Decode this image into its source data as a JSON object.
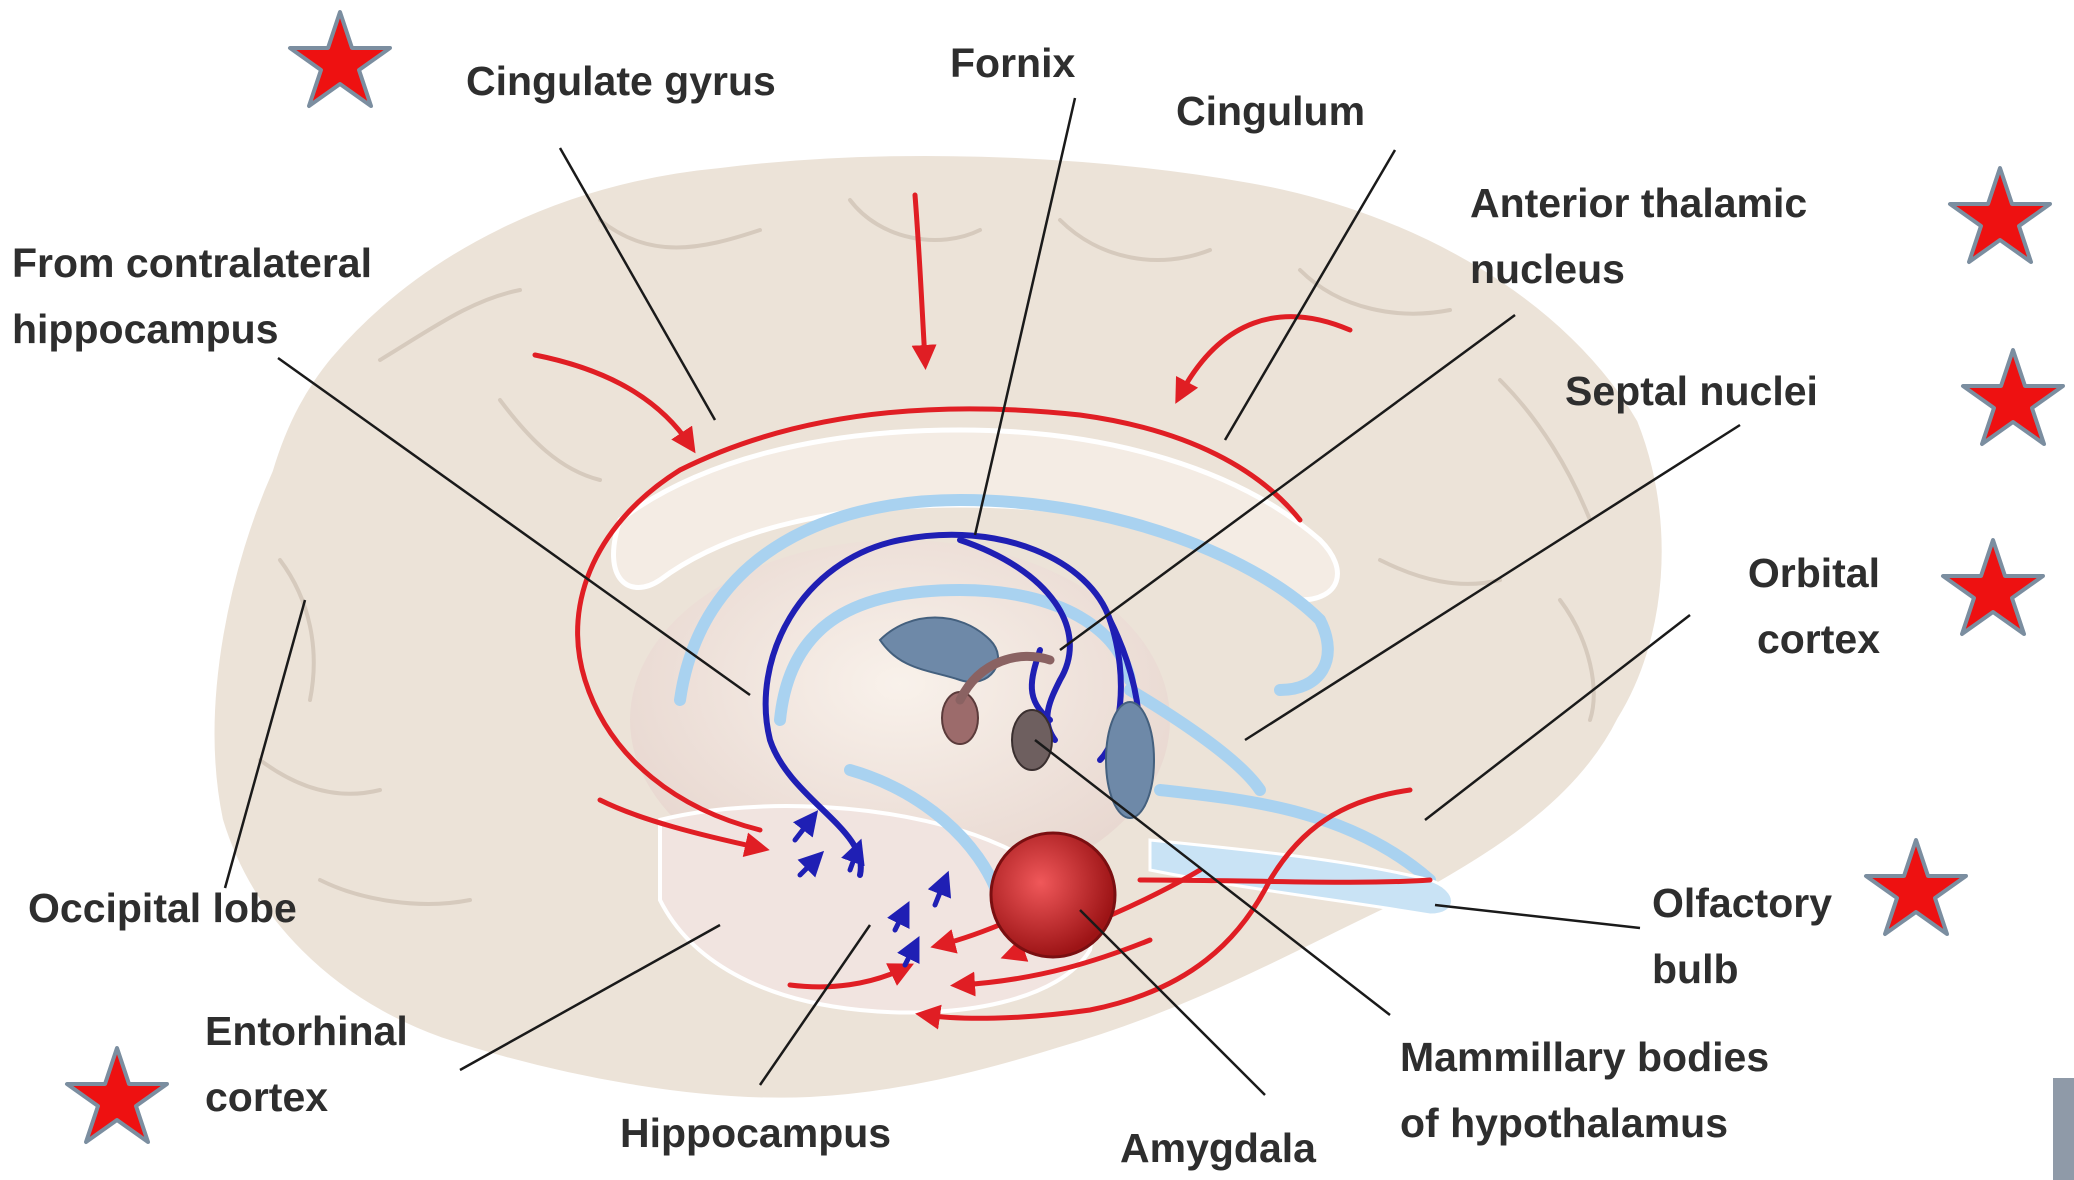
{
  "colors": {
    "background": "#ffffff",
    "brain_fill": "#ece3d8",
    "brain_shade": "#d9cec1",
    "brain_outline": "#ffffff",
    "afferent_arrow": "#e01e24",
    "fornix_pathway": "#1f1fb4",
    "tract_light_blue": "#a9d2f0",
    "star_fill": "#ee1111",
    "star_outline": "#7b8ea0",
    "leader_line": "#1a1a1a",
    "label_text": "#2e2e2e"
  },
  "icons": {
    "marker": "star-icon"
  },
  "labels": {
    "cingulate_gyrus": "Cingulate gyrus",
    "fornix": "Fornix",
    "cingulum": "Cingulum",
    "anterior_thalamic_line1": "Anterior thalamic",
    "anterior_thalamic_line2": "nucleus",
    "contralateral_line1": "From contralateral",
    "contralateral_line2": "hippocampus",
    "septal_nuclei": "Septal nuclei",
    "orbital_line1": "Orbital",
    "orbital_line2": "cortex",
    "occipital_lobe": "Occipital lobe",
    "olfactory_line1": "Olfactory",
    "olfactory_line2": "bulb",
    "entorhinal_line1": "Entorhinal",
    "entorhinal_line2": "cortex",
    "hippocampus": "Hippocampus",
    "amygdala": "Amygdala",
    "mammillary_line1": "Mammillary bodies",
    "mammillary_line2": "of hypothalamus"
  },
  "starred_structures": [
    "cingulate_gyrus",
    "anterior_thalamic_nucleus",
    "septal_nuclei",
    "orbital_cortex",
    "olfactory_bulb",
    "entorhinal_cortex"
  ]
}
